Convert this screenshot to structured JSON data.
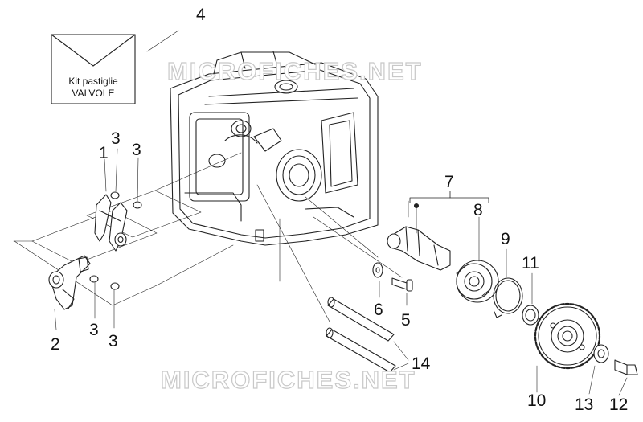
{
  "watermark": "MICROFICHES.NET",
  "kit": {
    "line1": "Kit pastiglie",
    "line2": "VALVOLE"
  },
  "callouts": {
    "c1": "1",
    "c2": "2",
    "c3a": "3",
    "c3b": "3",
    "c3c": "3",
    "c3d": "3",
    "c4": "4",
    "c5": "5",
    "c6": "6",
    "c7": "7",
    "c8": "8",
    "c9": "9",
    "c10": "10",
    "c11": "11",
    "c12": "12",
    "c13": "13",
    "c14": "14"
  },
  "colors": {
    "line": "#222222",
    "watermark_outline": "#c8c8c8"
  }
}
